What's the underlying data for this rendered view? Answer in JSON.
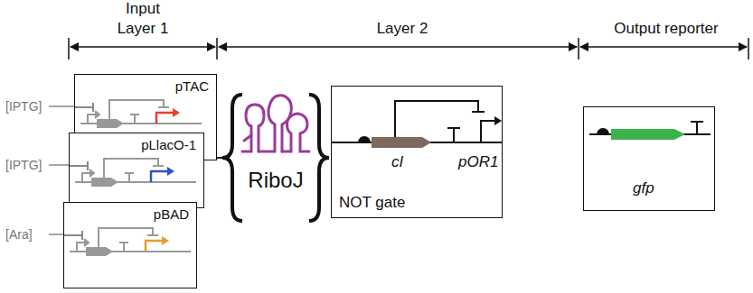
{
  "diagram": {
    "nodes": [
      {
        "text": [
          "pTAC"
        ]
      },
      {
        "text": [
          "pLlacO-1"
        ]
      },
      {
        "text": [
          "pBAD"
        ]
      },
      {
        "text": [
          "cI",
          "pOR1",
          "NOT gate"
        ]
      },
      {
        "text": [
          "gfp"
        ]
      }
    ],
    "labels": [
      "Input",
      "Layer 1",
      "Layer 2",
      "Output reporter",
      "[IPTG]",
      "[IPTG]",
      "[Ara]",
      "RiboJ"
    ]
  }
}
